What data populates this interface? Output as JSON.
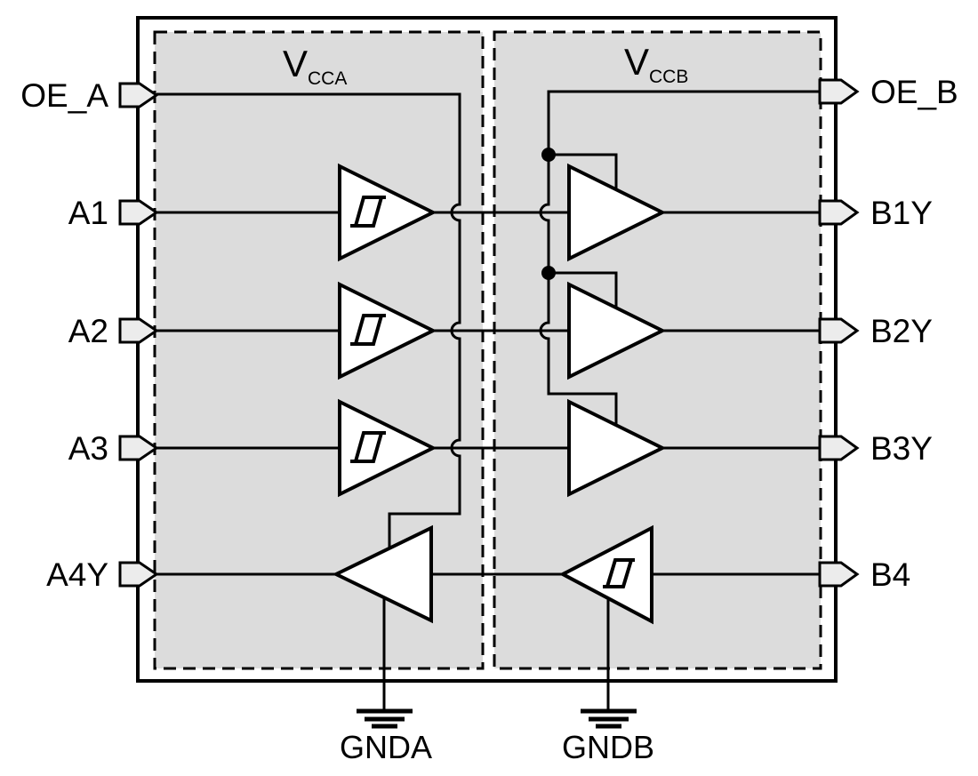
{
  "diagram_type": "functional-block-diagram",
  "pins": {
    "left": [
      {
        "label": "OE_A"
      },
      {
        "label": "A1"
      },
      {
        "label": "A2"
      },
      {
        "label": "A3"
      },
      {
        "label": "A4Y"
      }
    ],
    "right": [
      {
        "label": "OE_B"
      },
      {
        "label": "B1Y"
      },
      {
        "label": "B2Y"
      },
      {
        "label": "B3Y"
      },
      {
        "label": "B4"
      }
    ]
  },
  "supplies": {
    "a": {
      "main": "V",
      "sub": "CCA"
    },
    "b": {
      "main": "V",
      "sub": "CCB"
    }
  },
  "grounds": {
    "a": "GNDA",
    "b": "GNDB"
  },
  "buffers": {
    "a_to_b_channels": [
      "A1-B1Y",
      "A2-B2Y",
      "A3-B3Y"
    ],
    "b_to_a_channels": [
      "B4-A4Y"
    ],
    "schmitt_inputs": [
      "A1",
      "A2",
      "A3",
      "B4"
    ]
  },
  "colors": {
    "background": "#ffffff",
    "region_fill": "#dcdcdc",
    "pin_fill": "#ececec",
    "line": "#000000"
  }
}
